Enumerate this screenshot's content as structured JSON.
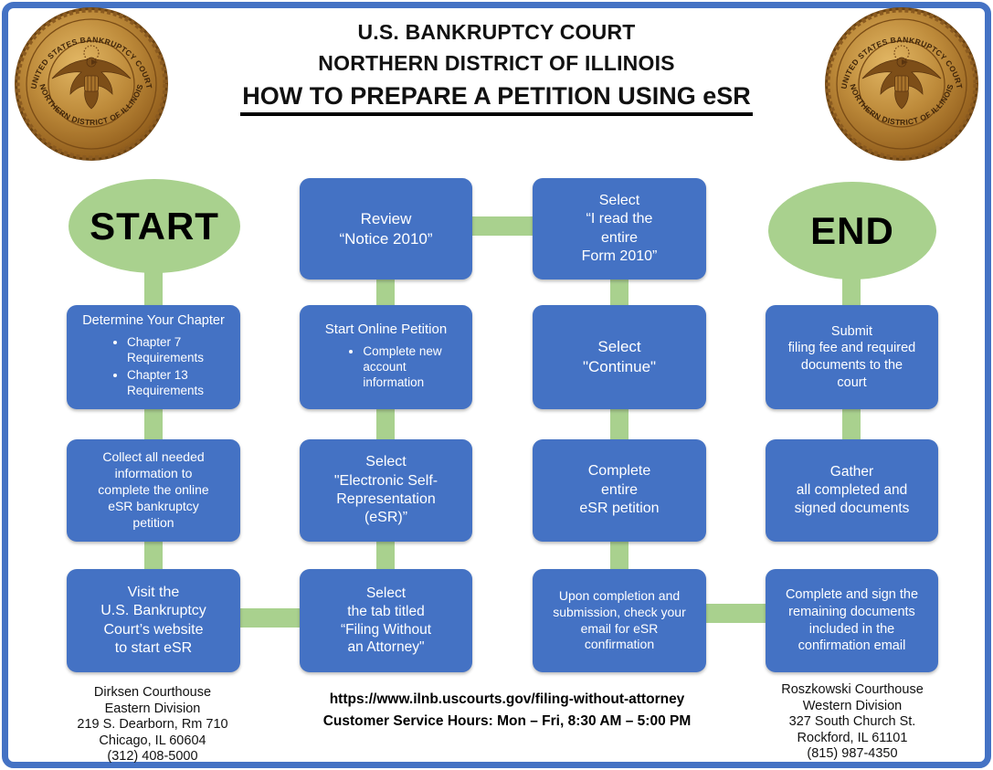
{
  "colors": {
    "border": "#4472C4",
    "box": "#4472C4",
    "connector": "#A9D18E",
    "terminal": "#A9D18E"
  },
  "header": {
    "line1": "U.S. BANKRUPTCY COURT",
    "line2": "NORTHERN DISTRICT OF ILLINOIS",
    "line3": "HOW TO PREPARE A PETITION USING eSR"
  },
  "seal": {
    "arc_top": "UNITED STATES BANKRUPTCY COURT",
    "arc_bottom": "NORTHERN DISTRICT OF ILLINOIS"
  },
  "flowchart": {
    "start_label": "START",
    "end_label": "END",
    "columns": {
      "col1": {
        "box1": {
          "title": "Determine Your Chapter",
          "bullet1": "Chapter 7\nRequirements",
          "bullet2": "Chapter 13\nRequirements"
        },
        "box2": {
          "text": "Collect all needed\ninformation to\ncomplete the online\neSR bankruptcy\npetition"
        },
        "box3": {
          "text": "Visit the\nU.S. Bankruptcy\nCourt’s website\nto start eSR"
        }
      },
      "col2": {
        "box1": {
          "text": "Review\n“Notice 2010”"
        },
        "box2": {
          "title": "Start Online Petition",
          "bullet1": "Complete new\naccount\ninformation"
        },
        "box3": {
          "text": "Select\n\"Electronic Self-\nRepresentation\n(eSR)”"
        },
        "box4": {
          "text": "Select\nthe tab titled\n“Filing Without\nan Attorney\""
        }
      },
      "col3": {
        "box1": {
          "text": "Select\n“I read the\nentire\nForm 2010”"
        },
        "box2": {
          "text": "Select\n\"Continue\""
        },
        "box3": {
          "text": "Complete\nentire\neSR petition"
        },
        "box4": {
          "text": "Upon completion and\nsubmission, check your\nemail for eSR\nconfirmation"
        }
      },
      "col4": {
        "box1": {
          "text": "Submit\nfiling fee and required\ndocuments to the\ncourt"
        },
        "box2": {
          "text": "Gather\nall completed and\nsigned documents"
        },
        "box3": {
          "text": "Complete and sign the\nremaining documents\nincluded in the\nconfirmation email"
        }
      }
    }
  },
  "footer": {
    "left_address": "Dirksen Courthouse\nEastern Division\n219 S. Dearborn, Rm 710\nChicago, IL 60604\n(312) 408-5000",
    "url": "https://www.ilnb.uscourts.gov/filing-without-attorney",
    "hours": "Customer Service Hours:  Mon – Fri, 8:30 AM – 5:00 PM",
    "right_address": "Roszkowski Courthouse\nWestern Division\n327 South Church St.\nRockford, IL 61101\n(815) 987-4350"
  }
}
